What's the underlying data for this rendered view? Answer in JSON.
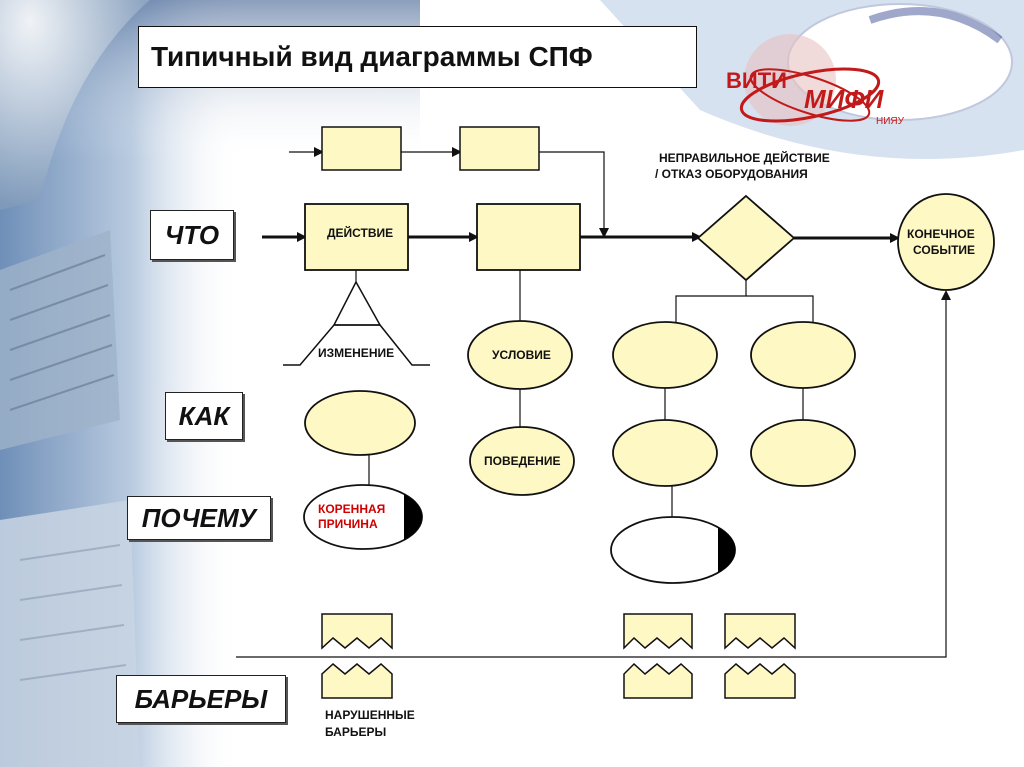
{
  "title": "Типичный вид диаграммы СПФ",
  "side_labels": {
    "what": "ЧТО",
    "how": "КАК",
    "why": "ПОЧЕМУ",
    "barriers": "БАРЬЕРЫ"
  },
  "nodes": {
    "action": "ДЕЙСТВИЕ",
    "change": "ИЗМЕНЕНИЕ",
    "condition": "УСЛОВИЕ",
    "behavior": "ПОВЕДЕНИЕ",
    "root_cause_line1": "КОРЕННАЯ",
    "root_cause_line2": "ПРИЧИНА",
    "wrong_action_line1": "НЕПРАВИЛЬНОЕ ДЕЙСТВИЕ",
    "wrong_action_line2": "/ ОТКАЗ ОБОРУДОВАНИЯ",
    "final_event_line1": "КОНЕЧНОЕ",
    "final_event_line2": "СОБЫТИЕ",
    "broken_barriers_line1": "НАРУШЕННЫЕ",
    "broken_barriers_line2": "БАРЬЕРЫ"
  },
  "logo": {
    "text1": "ВИТИ",
    "text2": "МИФИ",
    "text3": "НИЯУ"
  },
  "colors": {
    "shape_fill": "#fdf8c4",
    "stroke": "#111111",
    "root_cause_text": "#d00000"
  }
}
